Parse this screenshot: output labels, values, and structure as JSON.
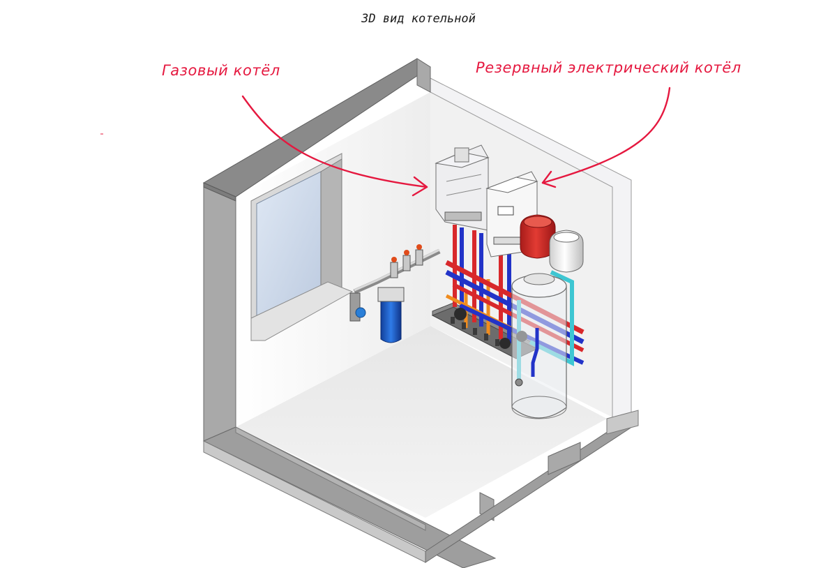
{
  "title": "3D вид котельной",
  "annotations": {
    "gas_boiler": "Газовый котёл",
    "electric_boiler": "Резервный электрический котёл"
  },
  "colors": {
    "annotation": "#e5183f",
    "pipe_hot": "#d8282b",
    "pipe_cold": "#2233c8",
    "pipe_orange": "#f08c1e",
    "pipe_cyan": "#3ec6d2",
    "expansion_tank": "#d8322c",
    "filter": "#1f6fe0"
  }
}
